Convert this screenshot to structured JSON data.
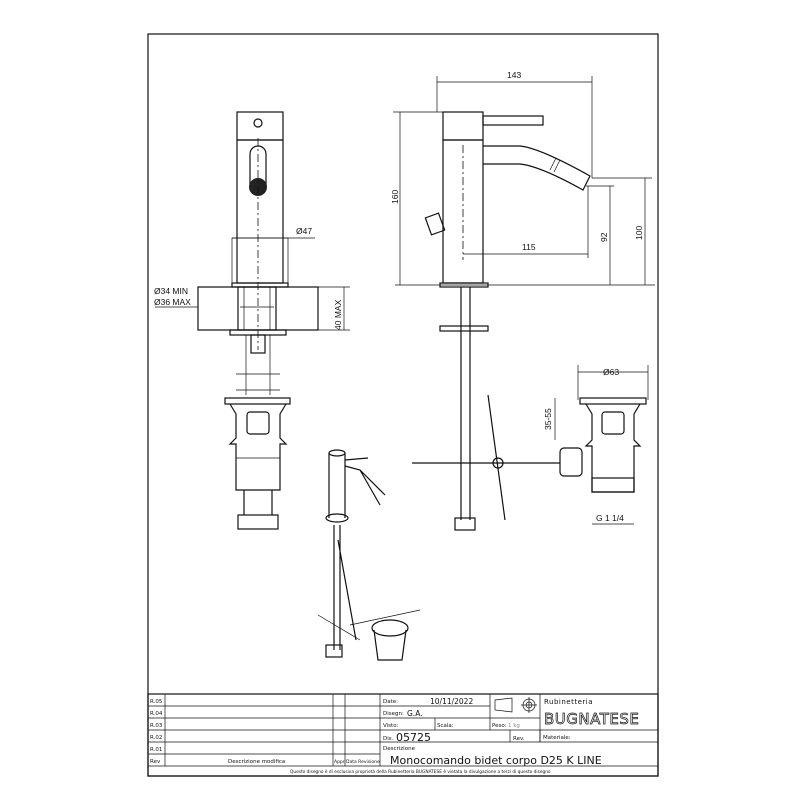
{
  "dimensions": {
    "d47": "Ø47",
    "d34min": "Ø34 MIN",
    "d36max": "Ø36 MAX",
    "max40": "40 MAX",
    "w143": "143",
    "h160": "160",
    "w115": "115",
    "h92": "92",
    "h100": "100",
    "d63": "Ø63",
    "r3555": "35-55",
    "g114": "G 1 1/4"
  },
  "title_block": {
    "revisions": [
      "R.05",
      "R.04",
      "R.03",
      "R.02",
      "R.01"
    ],
    "rev_header": "Rev",
    "desc_mod_header": "Descrizione modifica",
    "appr_header": "Appr.",
    "data_rev_header": "Data Revisione",
    "date_label": "Date:",
    "date_value": "10/11/2022",
    "disegn_label": "Disegn:",
    "disegn_value": "G.A.",
    "visto_label": "Visto:",
    "scala_label": "Scala:",
    "peso_label": "Peso:",
    "peso_value": "1 kg",
    "dis_label": "Dis.",
    "dis_value": "05725",
    "rev_label": "Rev.",
    "materiale_label": "Materiale:",
    "descrizione_label": "Descrizione",
    "descrizione_value": "Monocomando bidet corpo D25 K LINE",
    "company_small": "Rubinetteria",
    "company_big": "BUGNATESE",
    "footer": "Questo disegno è di esclusiva proprietà della Rubinetteria BUGNATESE è vietata la divulgazione a terzi di questo disegno"
  }
}
